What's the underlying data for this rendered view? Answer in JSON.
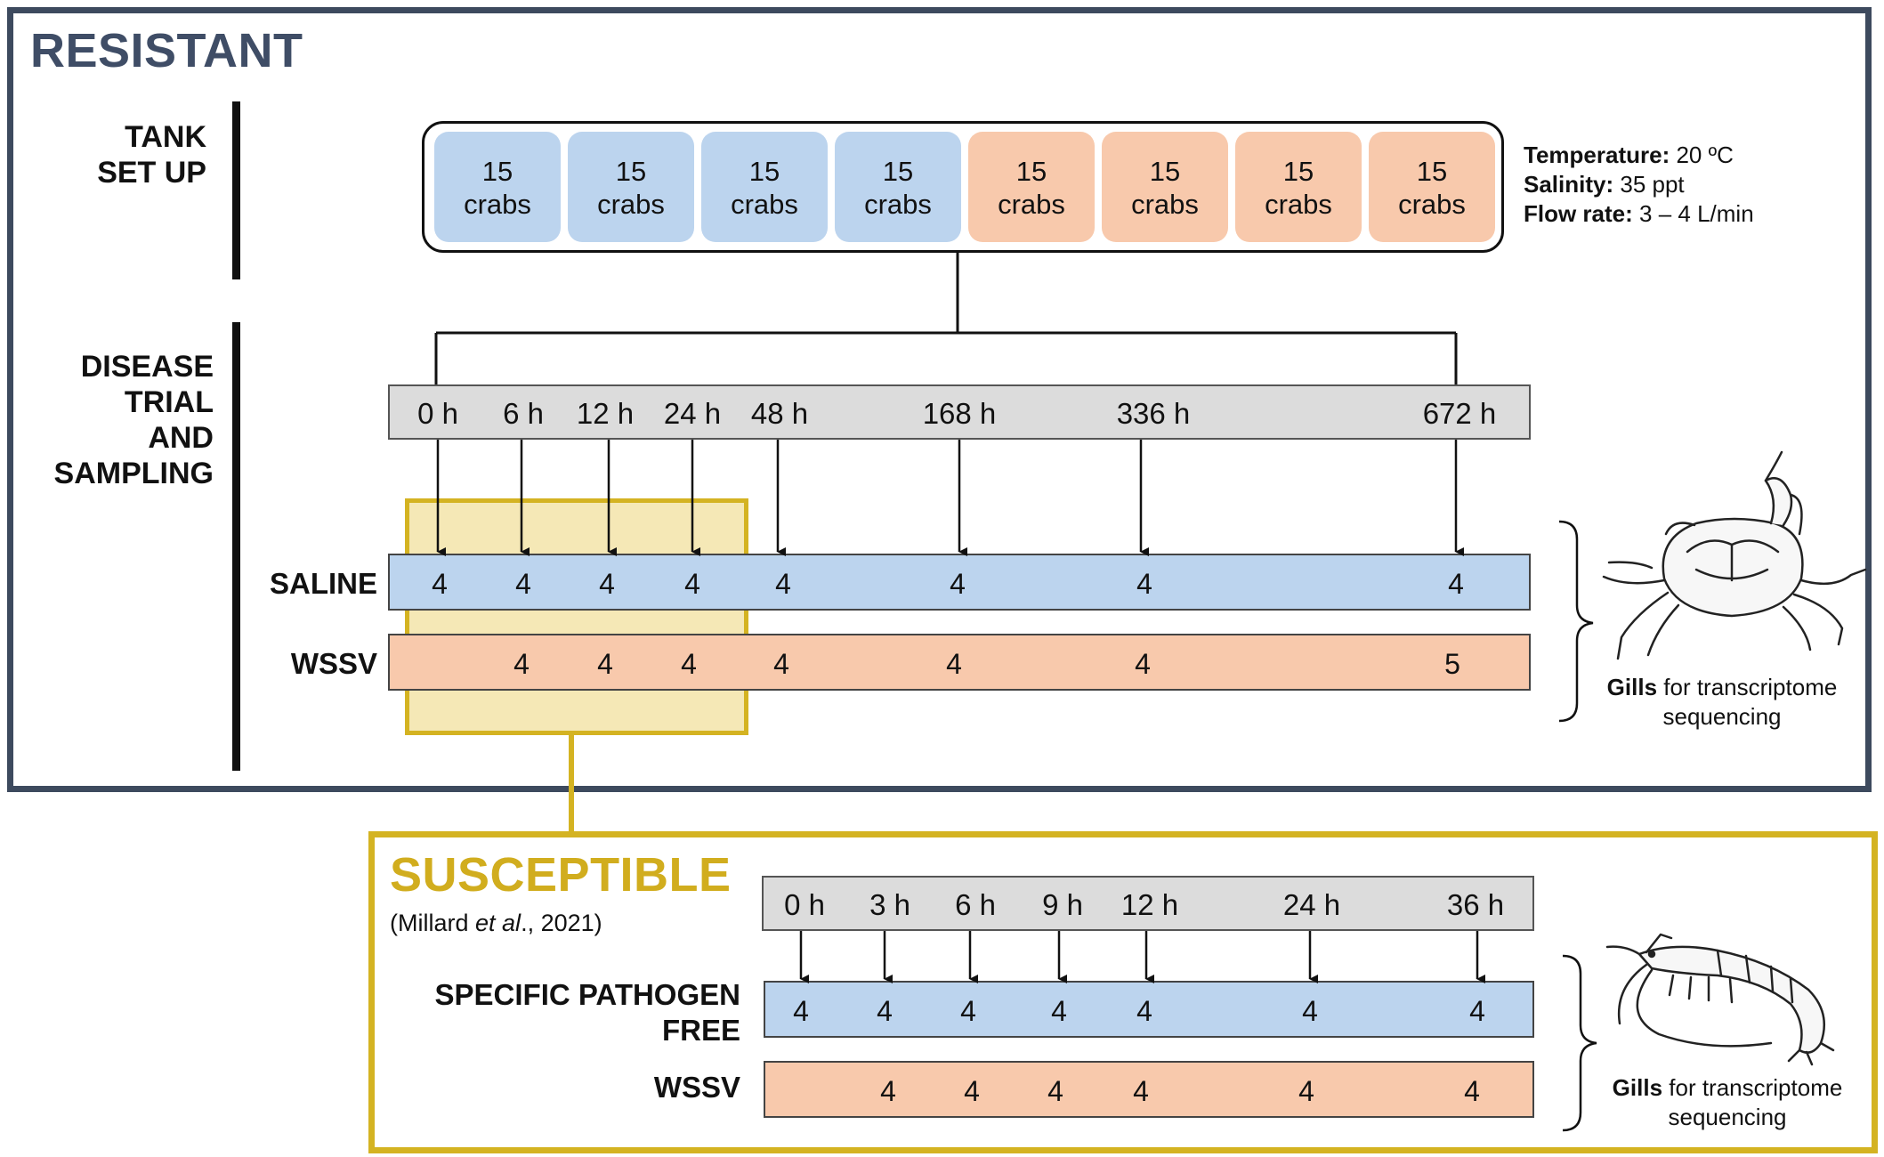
{
  "resistant": {
    "title": "RESISTANT",
    "tank_label": [
      "TANK",
      "SET UP"
    ],
    "trial_label": [
      "DISEASE",
      "TRIAL",
      "AND",
      "SAMPLING"
    ],
    "tanks": [
      {
        "count": "15",
        "unit": "crabs",
        "group": "saline"
      },
      {
        "count": "15",
        "unit": "crabs",
        "group": "saline"
      },
      {
        "count": "15",
        "unit": "crabs",
        "group": "saline"
      },
      {
        "count": "15",
        "unit": "crabs",
        "group": "saline"
      },
      {
        "count": "15",
        "unit": "crabs",
        "group": "wssv"
      },
      {
        "count": "15",
        "unit": "crabs",
        "group": "wssv"
      },
      {
        "count": "15",
        "unit": "crabs",
        "group": "wssv"
      },
      {
        "count": "15",
        "unit": "crabs",
        "group": "wssv"
      }
    ],
    "params": {
      "temperature_label": "Temperature:",
      "temperature_value": " 20 ºC",
      "salinity_label": "Salinity:",
      "salinity_value": " 35 ppt",
      "flow_label": "Flow rate:",
      "flow_value": " 3 – 4 L/min"
    },
    "timepoints": [
      "0 h",
      "6 h",
      "12 h",
      "24 h",
      "48 h",
      "168 h",
      "336 h",
      "672 h"
    ],
    "rows": [
      {
        "label": "SALINE",
        "values": [
          "4",
          "4",
          "4",
          "4",
          "4",
          "4",
          "4",
          "4"
        ]
      },
      {
        "label": "WSSV",
        "values": [
          "",
          "4",
          "4",
          "4",
          "4",
          "4",
          "4",
          "5"
        ]
      }
    ],
    "gills_bold": "Gills",
    "gills_rest": " for transcriptome",
    "gills_line2": "sequencing",
    "animal_icon": "crab-icon"
  },
  "susceptible": {
    "title": "SUSCEPTIBLE",
    "citation_pre": "(Millard ",
    "citation_em": "et al",
    "citation_post": "., 2021)",
    "timepoints": [
      "0 h",
      "3 h",
      "6 h",
      "9 h",
      "12 h",
      "24 h",
      "36 h"
    ],
    "rows": [
      {
        "label": [
          "SPECIFIC PATHOGEN",
          "FREE"
        ],
        "values": [
          "4",
          "4",
          "4",
          "4",
          "4",
          "4",
          "4"
        ]
      },
      {
        "label": [
          "WSSV"
        ],
        "values": [
          "",
          "4",
          "4",
          "4",
          "4",
          "4",
          "4"
        ]
      }
    ],
    "gills_bold": "Gills",
    "gills_rest": " for transcriptome",
    "gills_line2": "sequencing",
    "animal_icon": "shrimp-icon"
  },
  "colors": {
    "resistant_border": "#3d4a5e",
    "susceptible_border": "#d4b322",
    "saline_fill": "#bcd4ee",
    "wssv_fill": "#f8c9ac",
    "timebar_fill": "#dcdcdc"
  }
}
